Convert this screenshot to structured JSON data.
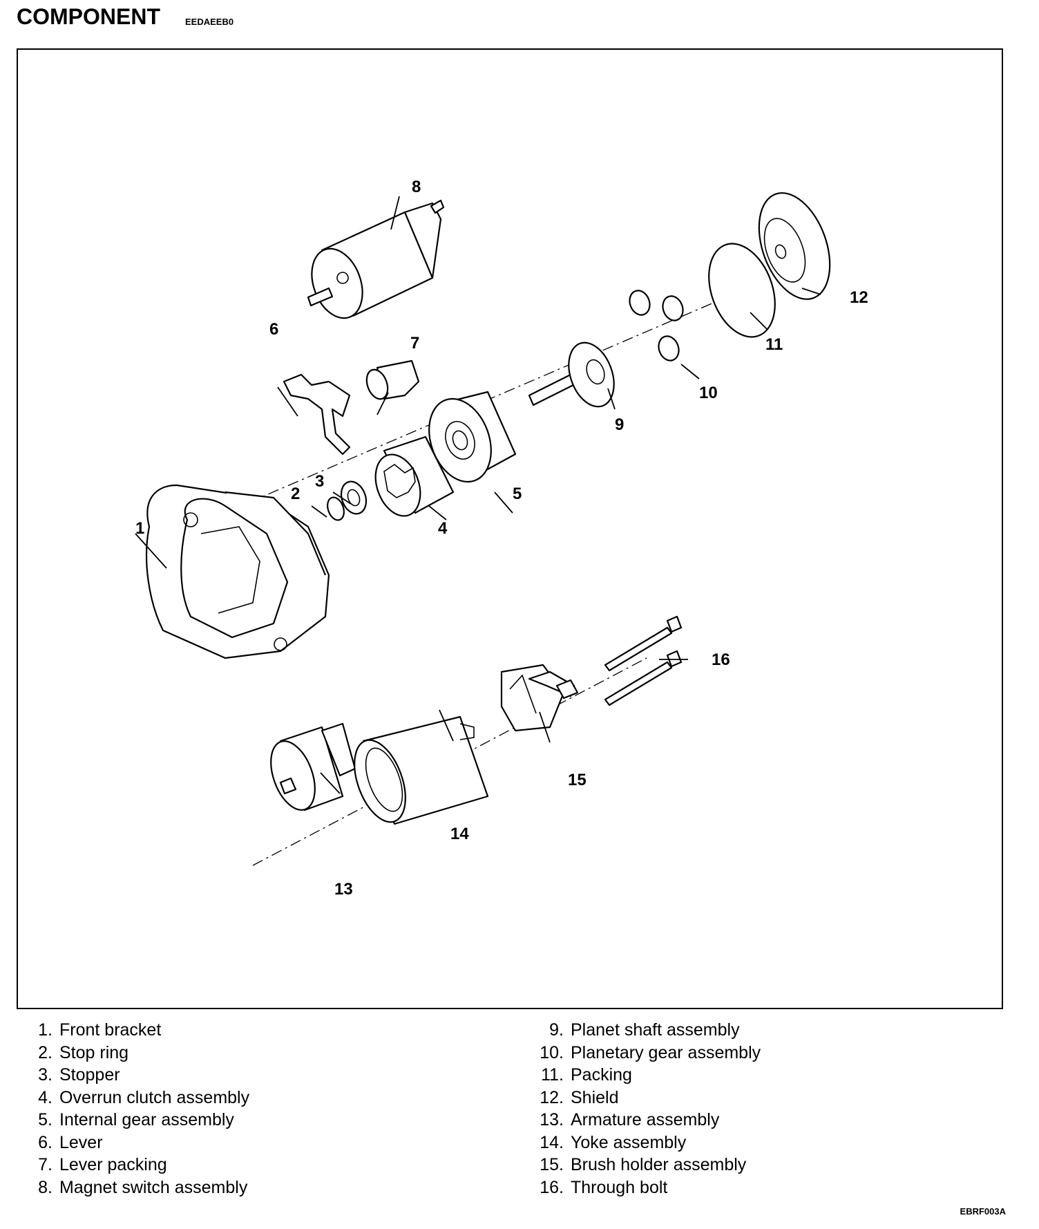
{
  "header": {
    "title": "COMPONENT",
    "code": "EEDAEEB0"
  },
  "callouts": [
    "1",
    "2",
    "3",
    "4",
    "5",
    "6",
    "7",
    "8",
    "9",
    "10",
    "11",
    "12",
    "13",
    "14",
    "15",
    "16"
  ],
  "legend": {
    "left": [
      {
        "num": "1.",
        "text": "Front bracket"
      },
      {
        "num": "2.",
        "text": "Stop ring"
      },
      {
        "num": "3.",
        "text": "Stopper"
      },
      {
        "num": "4.",
        "text": "Overrun clutch assembly"
      },
      {
        "num": "5.",
        "text": "Internal gear assembly"
      },
      {
        "num": "6.",
        "text": "Lever"
      },
      {
        "num": "7.",
        "text": "Lever packing"
      },
      {
        "num": "8.",
        "text": "Magnet switch assembly"
      }
    ],
    "right": [
      {
        "num": "9.",
        "text": "Planet shaft assembly"
      },
      {
        "num": "10.",
        "text": "Planetary gear assembly"
      },
      {
        "num": "11.",
        "text": "Packing"
      },
      {
        "num": "12.",
        "text": "Shield"
      },
      {
        "num": "13.",
        "text": "Armature assembly"
      },
      {
        "num": "14.",
        "text": "Yoke assembly"
      },
      {
        "num": "15.",
        "text": "Brush holder assembly"
      },
      {
        "num": "16.",
        "text": "Through bolt"
      }
    ]
  },
  "footer": {
    "figure_code": "EBRF003A"
  }
}
